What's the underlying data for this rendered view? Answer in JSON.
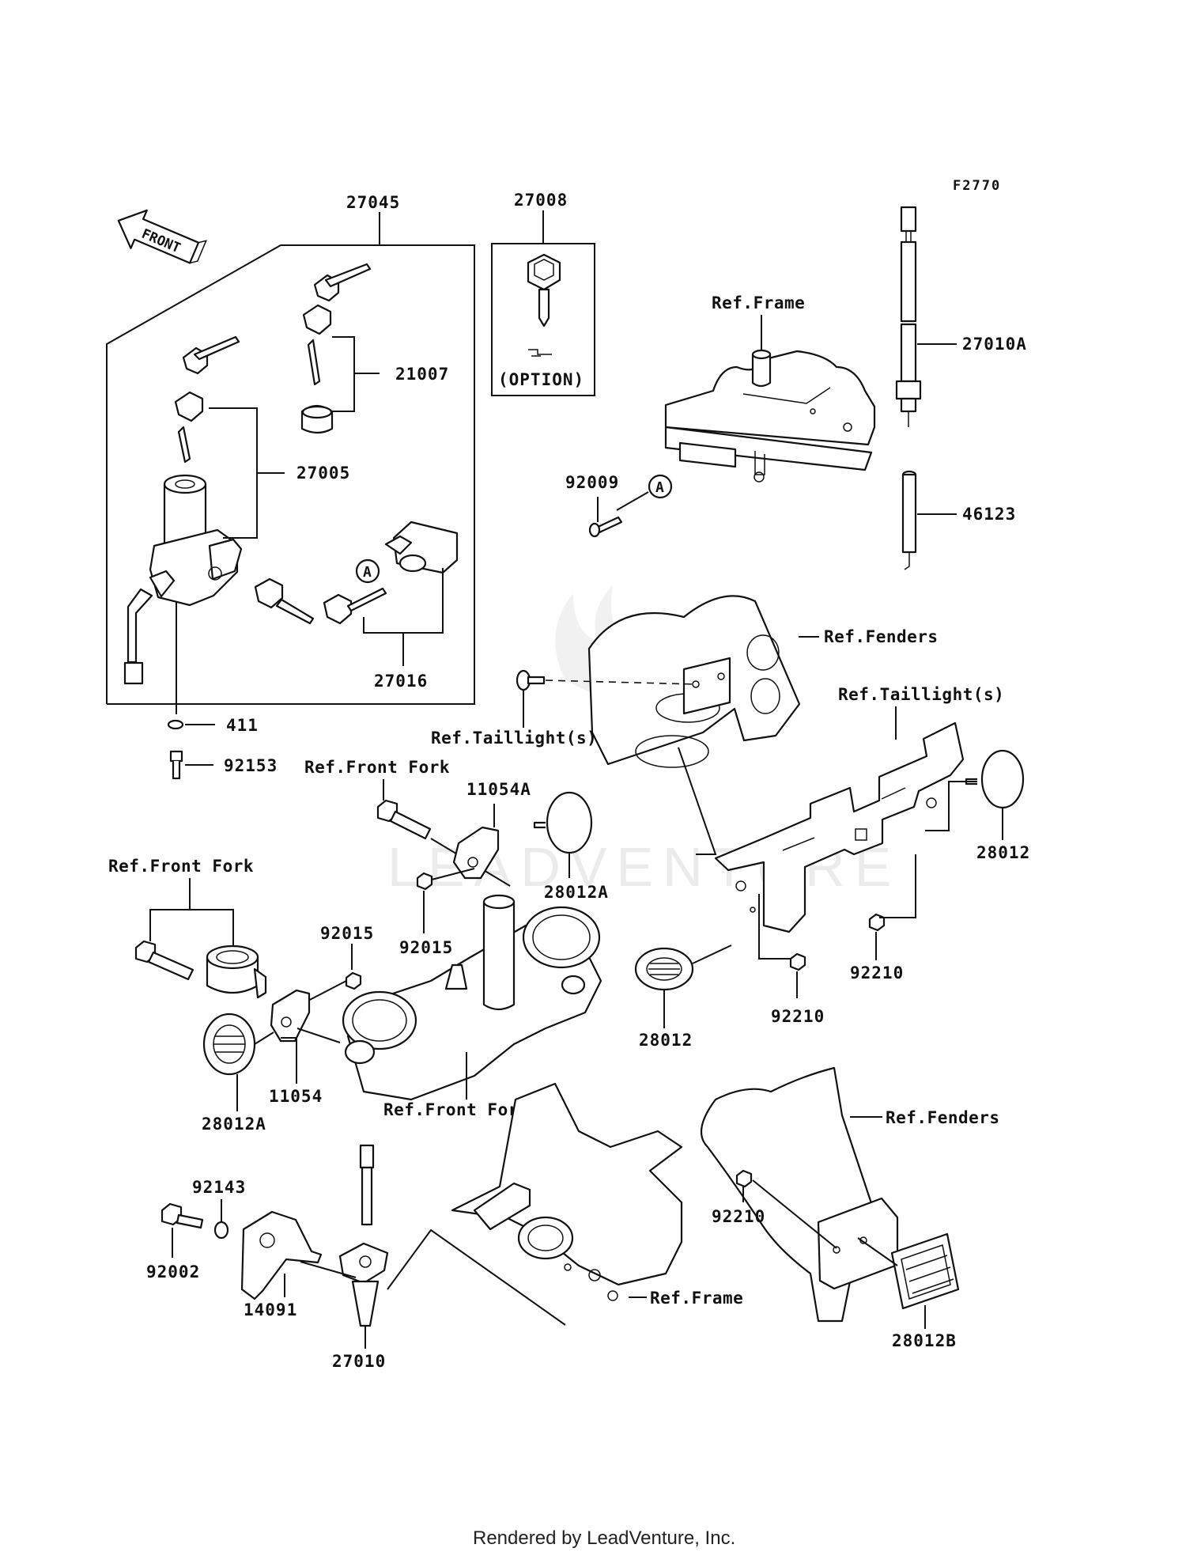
{
  "diagram_code": "F2770",
  "front_arrow": "FRONT",
  "watermark": "LEADVENTURE",
  "footer": "Rendered by LeadVenture, Inc.",
  "option_label": "(OPTION)",
  "marker": "A",
  "parts": {
    "p27045": "27045",
    "p27008": "27008",
    "p21007": "21007",
    "p27005": "27005",
    "p27016": "27016",
    "p411": "411",
    "p92153": "92153",
    "p27010A": "27010A",
    "p46123": "46123",
    "p92009": "92009",
    "p11054A": "11054A",
    "p28012A_top": "28012A",
    "p92015_a": "92015",
    "p92015_b": "92015",
    "p28012_right": "28012",
    "p92210_right": "92210",
    "p92210_mid": "92210",
    "p28012_mid": "28012",
    "p11054": "11054",
    "p28012A_left": "28012A",
    "p92143": "92143",
    "p92002": "92002",
    "p14091": "14091",
    "p27010": "27010",
    "p92210_low": "92210",
    "p28012B": "28012B"
  },
  "refs": {
    "frame_top": "Ref.Frame",
    "fenders_top": "Ref.Fenders",
    "taillight_right": "Ref.Taillight(s)",
    "taillight_left": "Ref.Taillight(s)",
    "front_fork_a": "Ref.Front Fork",
    "front_fork_b": "Ref.Front Fork",
    "front_fork_c": "Ref.Front Fork",
    "fenders_low": "Ref.Fenders",
    "frame_low": "Ref.Frame"
  }
}
